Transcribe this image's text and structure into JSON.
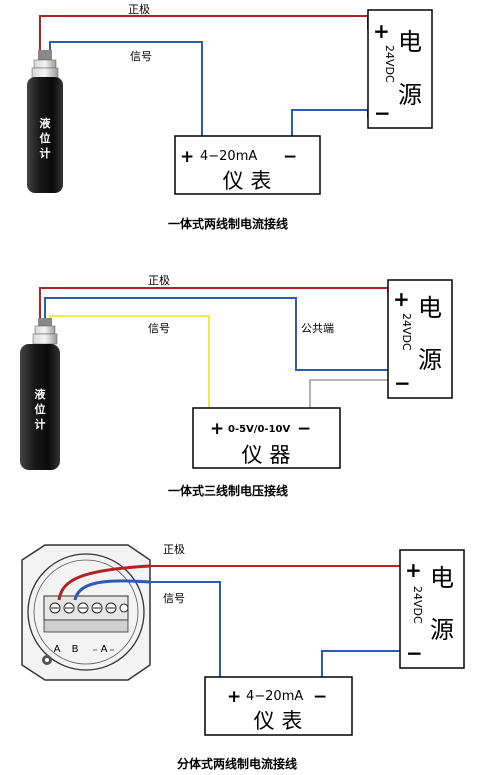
{
  "diagram1": {
    "title": "一体式两线制电流接线",
    "wire_pos_label": "正极",
    "wire_signal_label": "信号",
    "sensor_label": [
      "液",
      "位",
      "计"
    ],
    "power": {
      "plus": "+",
      "minus": "−",
      "voltage": "24VDC",
      "name": [
        "电",
        "源"
      ]
    },
    "instrument": {
      "plus": "+",
      "range": "4−20mA",
      "minus": "−",
      "name": "仪 表"
    }
  },
  "diagram2": {
    "title": "一体式三线制电压接线",
    "wire_pos_label": "正极",
    "wire_signal_label": "信号",
    "wire_common_label": "公共端",
    "sensor_label": [
      "液",
      "位",
      "计"
    ],
    "power": {
      "plus": "+",
      "minus": "−",
      "voltage": "24VDC",
      "name": [
        "电",
        "源"
      ]
    },
    "instrument": {
      "plus": "+",
      "range": "0-5V/0-10V",
      "minus": "−",
      "name": "仪 器"
    }
  },
  "diagram3": {
    "title": "分体式两线制电流接线",
    "wire_pos_label": "正极",
    "wire_signal_label": "信号",
    "terminal_labels": [
      "A",
      "B",
      "A"
    ],
    "power": {
      "plus": "+",
      "minus": "−",
      "voltage": "24VDC",
      "name": [
        "电",
        "源"
      ]
    },
    "instrument": {
      "plus": "+",
      "range": "4−20mA",
      "minus": "−",
      "name": "仪 表"
    }
  },
  "colors": {
    "positive_wire": "#b22222",
    "signal_wire": "#2a5db0",
    "voltage_signal_wire": "#f2e84a",
    "common_wire": "#9a9a9a",
    "sensor_body": "#1c1c1c"
  }
}
